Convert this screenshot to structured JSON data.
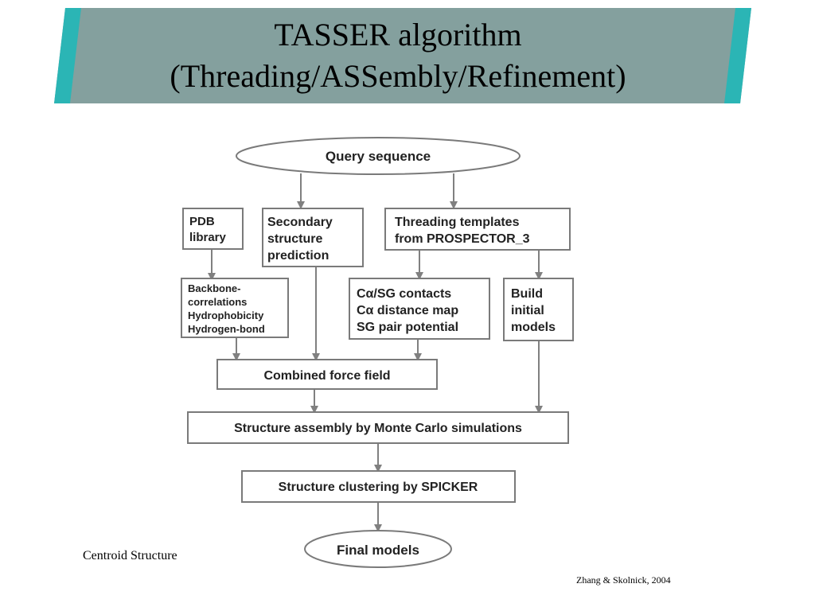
{
  "title": {
    "line1": "TASSER algorithm",
    "line2": "(Threading/ASSembly/Refinement)"
  },
  "colors": {
    "banner_fill": "#84a09e",
    "banner_accent": "#2bb5b5",
    "box_stroke": "#7a7a7a",
    "arrow": "#808080"
  },
  "diagram": {
    "query": "Query sequence",
    "pdb": [
      "PDB",
      "library"
    ],
    "secondary": [
      "Secondary",
      "structure",
      "prediction"
    ],
    "threading": [
      "Threading templates",
      "from PROSPECTOR_3"
    ],
    "backbone": [
      "Backbone-",
      "correlations",
      "Hydrophobicity",
      "Hydrogen-bond"
    ],
    "contacts": [
      "Cα/SG contacts",
      "Cα distance map",
      "SG pair potential"
    ],
    "build": [
      "Build",
      "initial",
      "models"
    ],
    "force_field": "Combined force field",
    "assembly": "Structure assembly by Monte Carlo simulations",
    "clustering": "Structure clustering by SPICKER",
    "final": "Final models"
  },
  "captions": {
    "centroid": "Centroid Structure",
    "citation": "Zhang & Skolnick, 2004"
  }
}
